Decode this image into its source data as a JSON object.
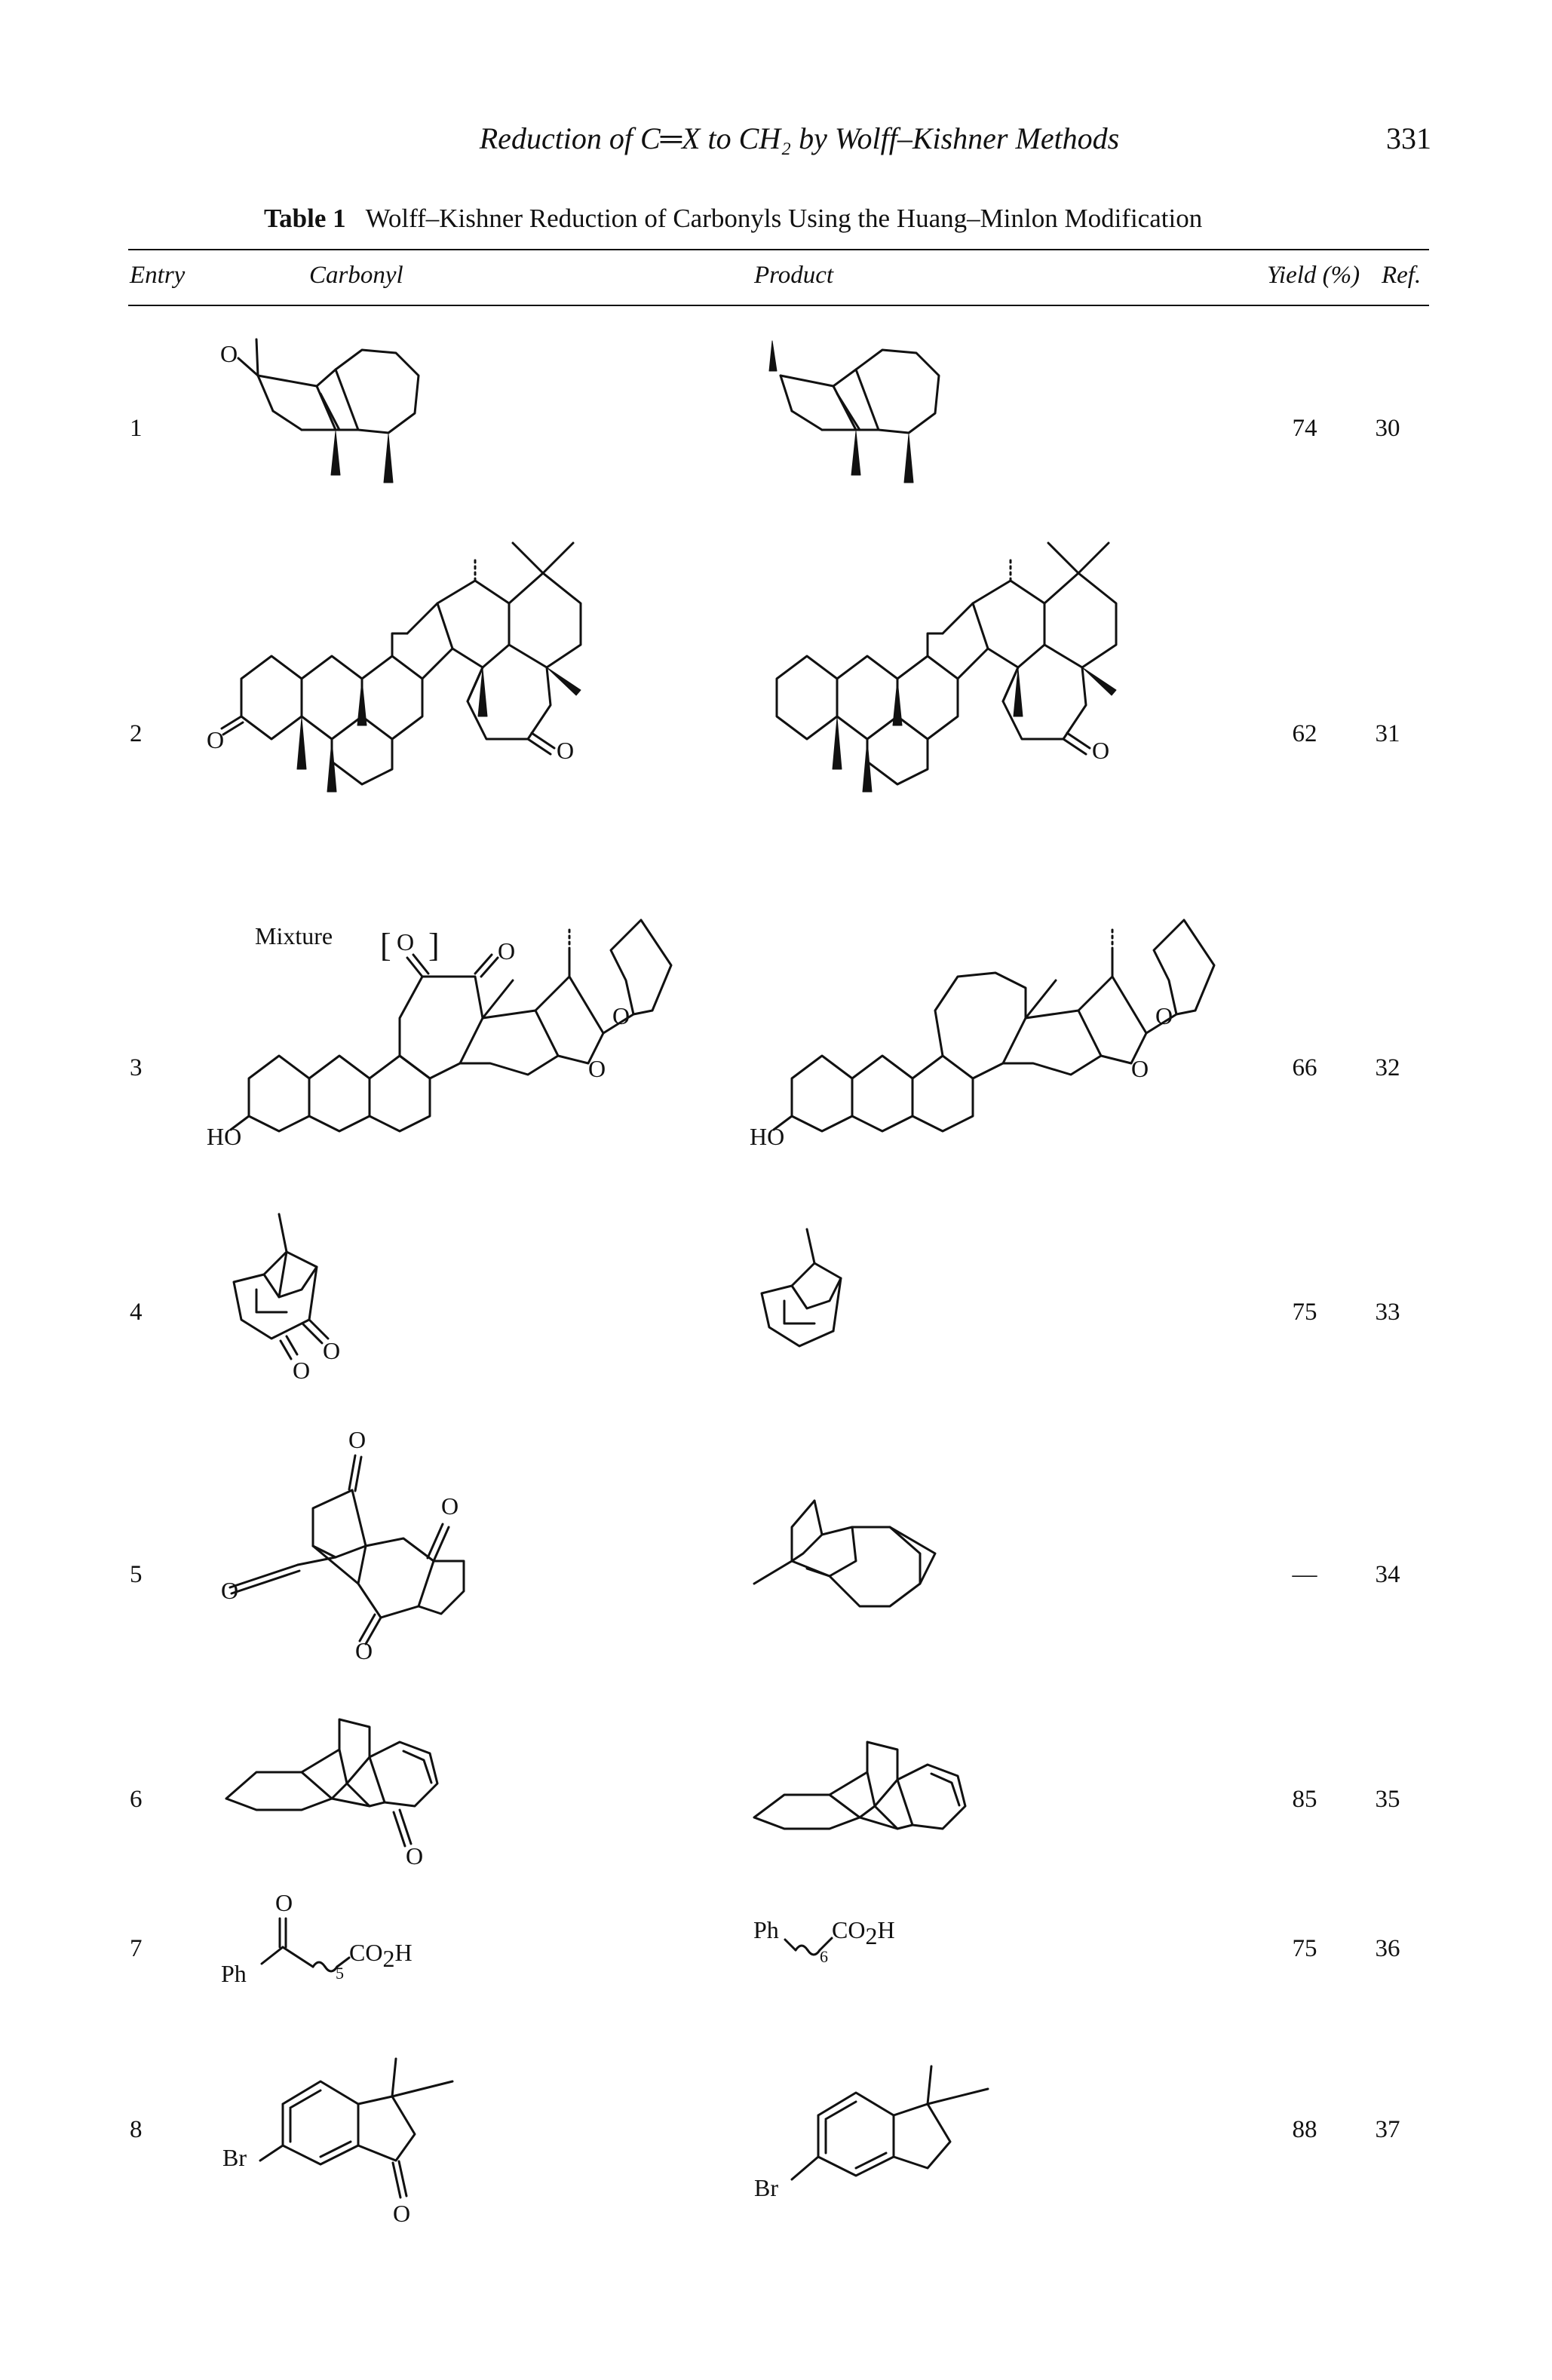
{
  "running_head": "Reduction of C═X to CH₂ by Wolff–Kishner Methods",
  "page_number": "331",
  "table": {
    "label": "Table 1",
    "caption": "Wolff–Kishner Reduction of Carbonyls Using the Huang–Minlon Modification",
    "headers": {
      "entry": "Entry",
      "carbonyl": "Carbonyl",
      "product": "Product",
      "yield": "Yield (%)",
      "ref": "Ref."
    },
    "rows": [
      {
        "entry": "1",
        "yield": "74",
        "ref": "30"
      },
      {
        "entry": "2",
        "yield": "62",
        "ref": "31"
      },
      {
        "entry": "3",
        "yield": "66",
        "ref": "32"
      },
      {
        "entry": "4",
        "yield": "75",
        "ref": "33"
      },
      {
        "entry": "5",
        "yield": "—",
        "ref": "34"
      },
      {
        "entry": "6",
        "yield": "85",
        "ref": "35"
      },
      {
        "entry": "7",
        "yield": "75",
        "ref": "36"
      },
      {
        "entry": "8",
        "yield": "88",
        "ref": "37"
      }
    ]
  },
  "structure_labels": {
    "oxygen": "O",
    "hydroxyl": "HO",
    "mixture": "Mixture",
    "phenyl": "Ph",
    "bromo": "Br",
    "carboxyl_co": "CO",
    "carboxyl_sub2": "2",
    "carboxyl_h": "H",
    "chain_5": "5",
    "chain_6": "6",
    "bracket_open": "[",
    "bracket_close": "]"
  }
}
